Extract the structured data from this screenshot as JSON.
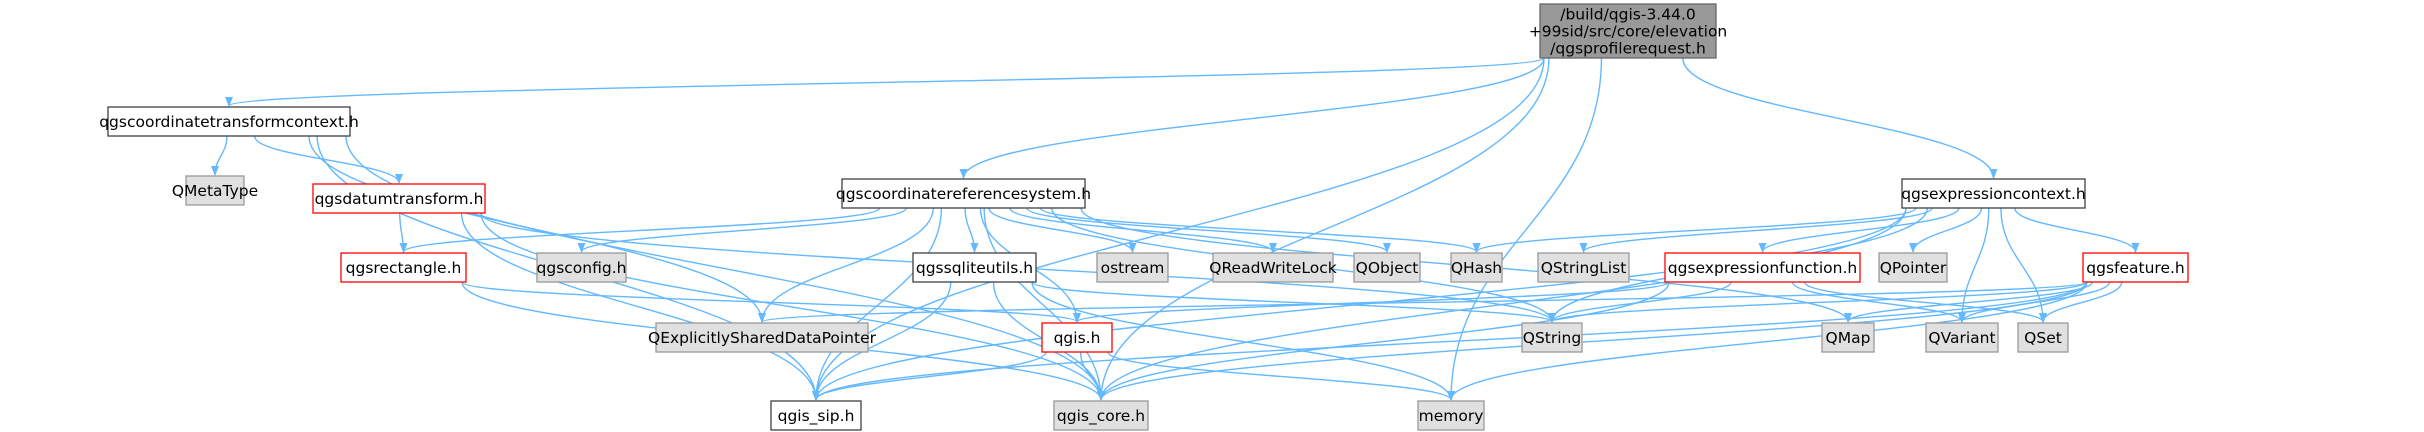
{
  "colors": {
    "edge": "#63b8ff",
    "root_fill": "#999999",
    "root_border": "#666666",
    "plain_fill": "#ffffff",
    "plain_border": "#404040",
    "red_fill": "#ffffff",
    "red_border": "#ff0000",
    "ext_fill": "#e0e0e0",
    "ext_border": "#999999",
    "text": "#000000"
  },
  "nodes": [
    {
      "id": "root",
      "style": "root",
      "lines": [
        "/build/qgis-3.44.0",
        "+99sid/src/core/elevation",
        "/qgsprofilerequest.h"
      ]
    },
    {
      "id": "ctc",
      "style": "plain",
      "lines": [
        "qgscoordinatetransformcontext.h"
      ]
    },
    {
      "id": "qmetatype",
      "style": "ext",
      "lines": [
        "QMetaType"
      ]
    },
    {
      "id": "datum",
      "style": "red",
      "lines": [
        "qgsdatumtransform.h"
      ]
    },
    {
      "id": "rect",
      "style": "red",
      "lines": [
        "qgsrectangle.h"
      ]
    },
    {
      "id": "config",
      "style": "ext",
      "lines": [
        "qgsconfig.h"
      ]
    },
    {
      "id": "crs",
      "style": "plain",
      "lines": [
        "qgscoordinatereferencesystem.h"
      ]
    },
    {
      "id": "sqlite",
      "style": "plain",
      "lines": [
        "qgssqliteutils.h"
      ]
    },
    {
      "id": "ostream",
      "style": "ext",
      "lines": [
        "ostream"
      ]
    },
    {
      "id": "qrwlock",
      "style": "ext",
      "lines": [
        "QReadWriteLock"
      ]
    },
    {
      "id": "qobject",
      "style": "ext",
      "lines": [
        "QObject"
      ]
    },
    {
      "id": "qhash",
      "style": "ext",
      "lines": [
        "QHash"
      ]
    },
    {
      "id": "qstringlist",
      "style": "ext",
      "lines": [
        "QStringList"
      ]
    },
    {
      "id": "expctx",
      "style": "plain",
      "lines": [
        "qgsexpressioncontext.h"
      ]
    },
    {
      "id": "expfunc",
      "style": "red",
      "lines": [
        "qgsexpressionfunction.h"
      ]
    },
    {
      "id": "qpointer",
      "style": "ext",
      "lines": [
        "QPointer"
      ]
    },
    {
      "id": "feature",
      "style": "red",
      "lines": [
        "qgsfeature.h"
      ]
    },
    {
      "id": "qesdp",
      "style": "ext",
      "lines": [
        "QExplicitlySharedDataPointer"
      ]
    },
    {
      "id": "qgis",
      "style": "red",
      "lines": [
        "qgis.h"
      ]
    },
    {
      "id": "qstring",
      "style": "ext",
      "lines": [
        "QString"
      ]
    },
    {
      "id": "qmap",
      "style": "ext",
      "lines": [
        "QMap"
      ]
    },
    {
      "id": "qvariant",
      "style": "ext",
      "lines": [
        "QVariant"
      ]
    },
    {
      "id": "qset",
      "style": "ext",
      "lines": [
        "QSet"
      ]
    },
    {
      "id": "sip",
      "style": "plain",
      "lines": [
        "qgis_sip.h"
      ]
    },
    {
      "id": "core",
      "style": "ext",
      "lines": [
        "qgis_core.h"
      ]
    },
    {
      "id": "memory",
      "style": "ext",
      "lines": [
        "memory"
      ]
    }
  ],
  "edges": [
    [
      "root",
      "ctc"
    ],
    [
      "root",
      "crs"
    ],
    [
      "root",
      "expctx"
    ],
    [
      "root",
      "sip"
    ],
    [
      "root",
      "core"
    ],
    [
      "root",
      "memory"
    ],
    [
      "ctc",
      "qmetatype"
    ],
    [
      "ctc",
      "datum"
    ],
    [
      "ctc",
      "sip"
    ],
    [
      "ctc",
      "core"
    ],
    [
      "ctc",
      "qesdp"
    ],
    [
      "datum",
      "rect"
    ],
    [
      "datum",
      "sip"
    ],
    [
      "datum",
      "core"
    ],
    [
      "datum",
      "qstring"
    ],
    [
      "rect",
      "core"
    ],
    [
      "rect",
      "qgis"
    ],
    [
      "crs",
      "rect"
    ],
    [
      "crs",
      "config"
    ],
    [
      "crs",
      "sqlite"
    ],
    [
      "crs",
      "ostream"
    ],
    [
      "crs",
      "qrwlock"
    ],
    [
      "crs",
      "qobject"
    ],
    [
      "crs",
      "qhash"
    ],
    [
      "crs",
      "qesdp"
    ],
    [
      "crs",
      "qgis"
    ],
    [
      "crs",
      "qstring"
    ],
    [
      "crs",
      "qmap"
    ],
    [
      "crs",
      "sip"
    ],
    [
      "crs",
      "core"
    ],
    [
      "sqlite",
      "sip"
    ],
    [
      "sqlite",
      "core"
    ],
    [
      "sqlite",
      "qstring"
    ],
    [
      "sqlite",
      "memory"
    ],
    [
      "qgis",
      "sip"
    ],
    [
      "qgis",
      "core"
    ],
    [
      "qgis",
      "memory"
    ],
    [
      "expctx",
      "qhash"
    ],
    [
      "expctx",
      "qstringlist"
    ],
    [
      "expctx",
      "expfunc"
    ],
    [
      "expctx",
      "qpointer"
    ],
    [
      "expctx",
      "feature"
    ],
    [
      "expctx",
      "qstring"
    ],
    [
      "expctx",
      "qvariant"
    ],
    [
      "expctx",
      "qset"
    ],
    [
      "expctx",
      "sip"
    ],
    [
      "expctx",
      "core"
    ],
    [
      "expfunc",
      "qgis"
    ],
    [
      "expfunc",
      "qstring"
    ],
    [
      "expfunc",
      "qvariant"
    ],
    [
      "expfunc",
      "qset"
    ],
    [
      "expfunc",
      "core"
    ],
    [
      "feature",
      "qesdp"
    ],
    [
      "feature",
      "qstring"
    ],
    [
      "feature",
      "qmap"
    ],
    [
      "feature",
      "qvariant"
    ],
    [
      "feature",
      "qset"
    ],
    [
      "feature",
      "sip"
    ],
    [
      "feature",
      "core"
    ],
    [
      "feature",
      "memory"
    ]
  ]
}
